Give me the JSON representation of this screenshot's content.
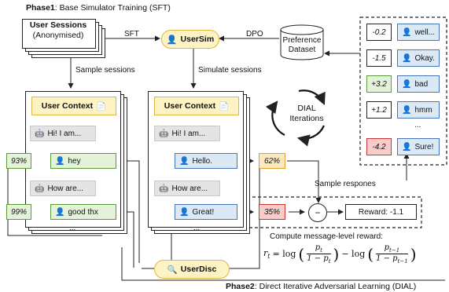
{
  "phase1": {
    "label": "Phase1",
    "text": ": Base Simulator Training (SFT)"
  },
  "phase2": {
    "label": "Phase2",
    "text": ": Direct Iterative Adversarial Learning (DIAL)"
  },
  "user_sessions": {
    "title": "User Sessions",
    "subtitle": "(Anonymised)"
  },
  "edges": {
    "sft": "SFT",
    "dpo": "DPO",
    "sample_sessions": "Sample sessions",
    "simulate_sessions": "Simulate sessions",
    "sample_responses": "Sample respones"
  },
  "usersim": "UserSim",
  "userdisc": "UserDisc",
  "preference": {
    "line1": "Preference",
    "line2": "Dataset"
  },
  "dial": {
    "line1": "DIAL",
    "line2": "Iterations"
  },
  "left_panel": {
    "context": "User Context",
    "msgs": [
      "Hi! I am...",
      "hey",
      "How are...",
      "good thx"
    ],
    "scores": [
      "93%",
      "99%"
    ],
    "ellipsis": "..."
  },
  "mid_panel": {
    "context": "User Context",
    "msgs": [
      "Hi! I am...",
      "Hello.",
      "How are...",
      "Great!"
    ],
    "scores": [
      "62%",
      "35%"
    ],
    "ellipsis": "..."
  },
  "minus": "−",
  "reward": "Reward: -1.1",
  "reward_caption": "Compute message-level reward:",
  "preference_items": [
    {
      "score": "-0.2",
      "text": "well...",
      "kind": "w"
    },
    {
      "score": "-1.5",
      "text": "Okay.",
      "kind": "w"
    },
    {
      "score": "+3.2",
      "text": "bad",
      "kind": "g"
    },
    {
      "score": "+1.2",
      "text": "hmm",
      "kind": "w"
    },
    {
      "score": "-4.2",
      "text": "Sure!",
      "kind": "r"
    }
  ],
  "pref_ellipsis": "...",
  "colors": {
    "user_blue": "#3b6db3",
    "human_yellow": "#e8b820",
    "score_green": "#e3f2d8",
    "score_red": "#f9cccc",
    "score_orange": "#fde9c0"
  }
}
